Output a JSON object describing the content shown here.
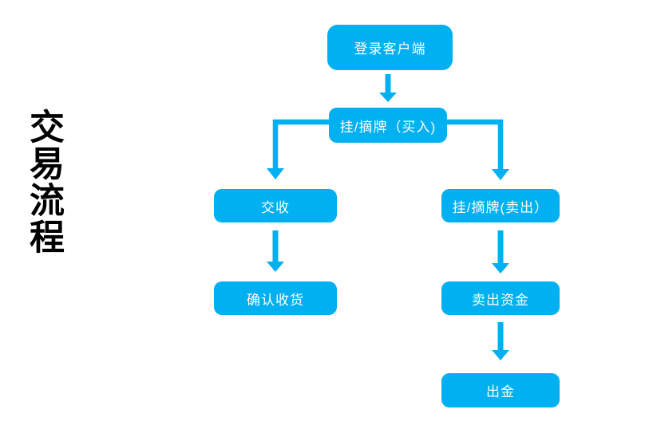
{
  "page": {
    "title": "交易流程",
    "background": "#ffffff"
  },
  "colors": {
    "node_fill": "#00b0f0",
    "node_text": "#ffffff",
    "arrow": "#00b0f0",
    "title_text": "#000000"
  },
  "flowchart": {
    "nodes": [
      {
        "id": "login",
        "label": "登录客户端"
      },
      {
        "id": "list-buy",
        "label": "挂/摘牌（买入)"
      },
      {
        "id": "settlement",
        "label": "交收"
      },
      {
        "id": "confirm-receipt",
        "label": "确认收货"
      },
      {
        "id": "list-sell",
        "label": "挂/摘牌(卖出）"
      },
      {
        "id": "sell-funds",
        "label": "卖出资金"
      },
      {
        "id": "withdraw",
        "label": "出金"
      }
    ],
    "edges": [
      {
        "from": "login",
        "to": "list-buy"
      },
      {
        "from": "list-buy",
        "to": "settlement"
      },
      {
        "from": "list-buy",
        "to": "list-sell"
      },
      {
        "from": "settlement",
        "to": "confirm-receipt"
      },
      {
        "from": "list-sell",
        "to": "sell-funds"
      },
      {
        "from": "sell-funds",
        "to": "withdraw"
      }
    ]
  }
}
